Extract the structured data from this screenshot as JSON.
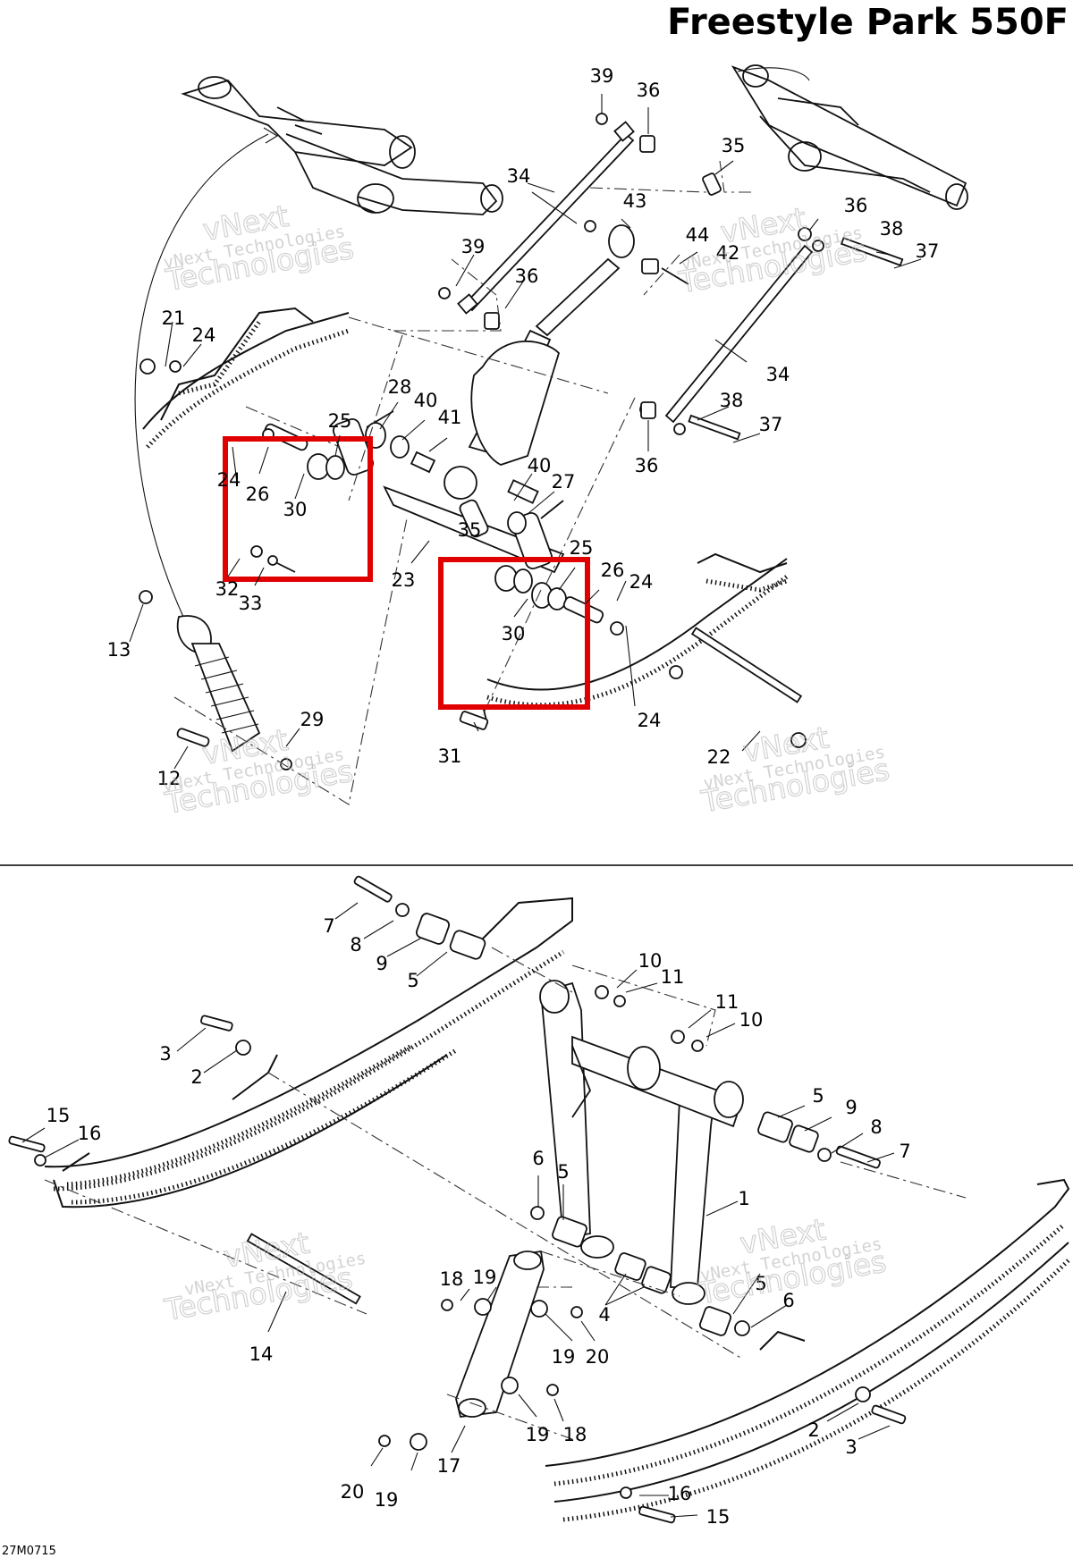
{
  "title": "Freestyle Park 550F",
  "diagram_code": "27M0715",
  "watermark": {
    "line1": "vNext Technologies",
    "line2": "vNext",
    "line3": "Technologies"
  },
  "highlight_color": "#e00000",
  "top_section": {
    "callouts": [
      "39",
      "36",
      "35",
      "34",
      "43",
      "44",
      "42",
      "36",
      "38",
      "37",
      "39",
      "36",
      "21",
      "24",
      "34",
      "28",
      "40",
      "41",
      "25",
      "38",
      "37",
      "24",
      "26",
      "30",
      "40",
      "27",
      "36",
      "35",
      "25",
      "26",
      "32",
      "33",
      "23",
      "24",
      "30",
      "13",
      "29",
      "24",
      "31",
      "22",
      "12"
    ]
  },
  "bottom_section": {
    "callouts": [
      "7",
      "8",
      "9",
      "5",
      "10",
      "11",
      "11",
      "10",
      "3",
      "2",
      "15",
      "16",
      "5",
      "9",
      "8",
      "7",
      "6",
      "5",
      "1",
      "18",
      "19",
      "20",
      "19",
      "14",
      "4",
      "5",
      "6",
      "18",
      "19",
      "17",
      "20",
      "19",
      "2",
      "3",
      "16",
      "15"
    ]
  }
}
